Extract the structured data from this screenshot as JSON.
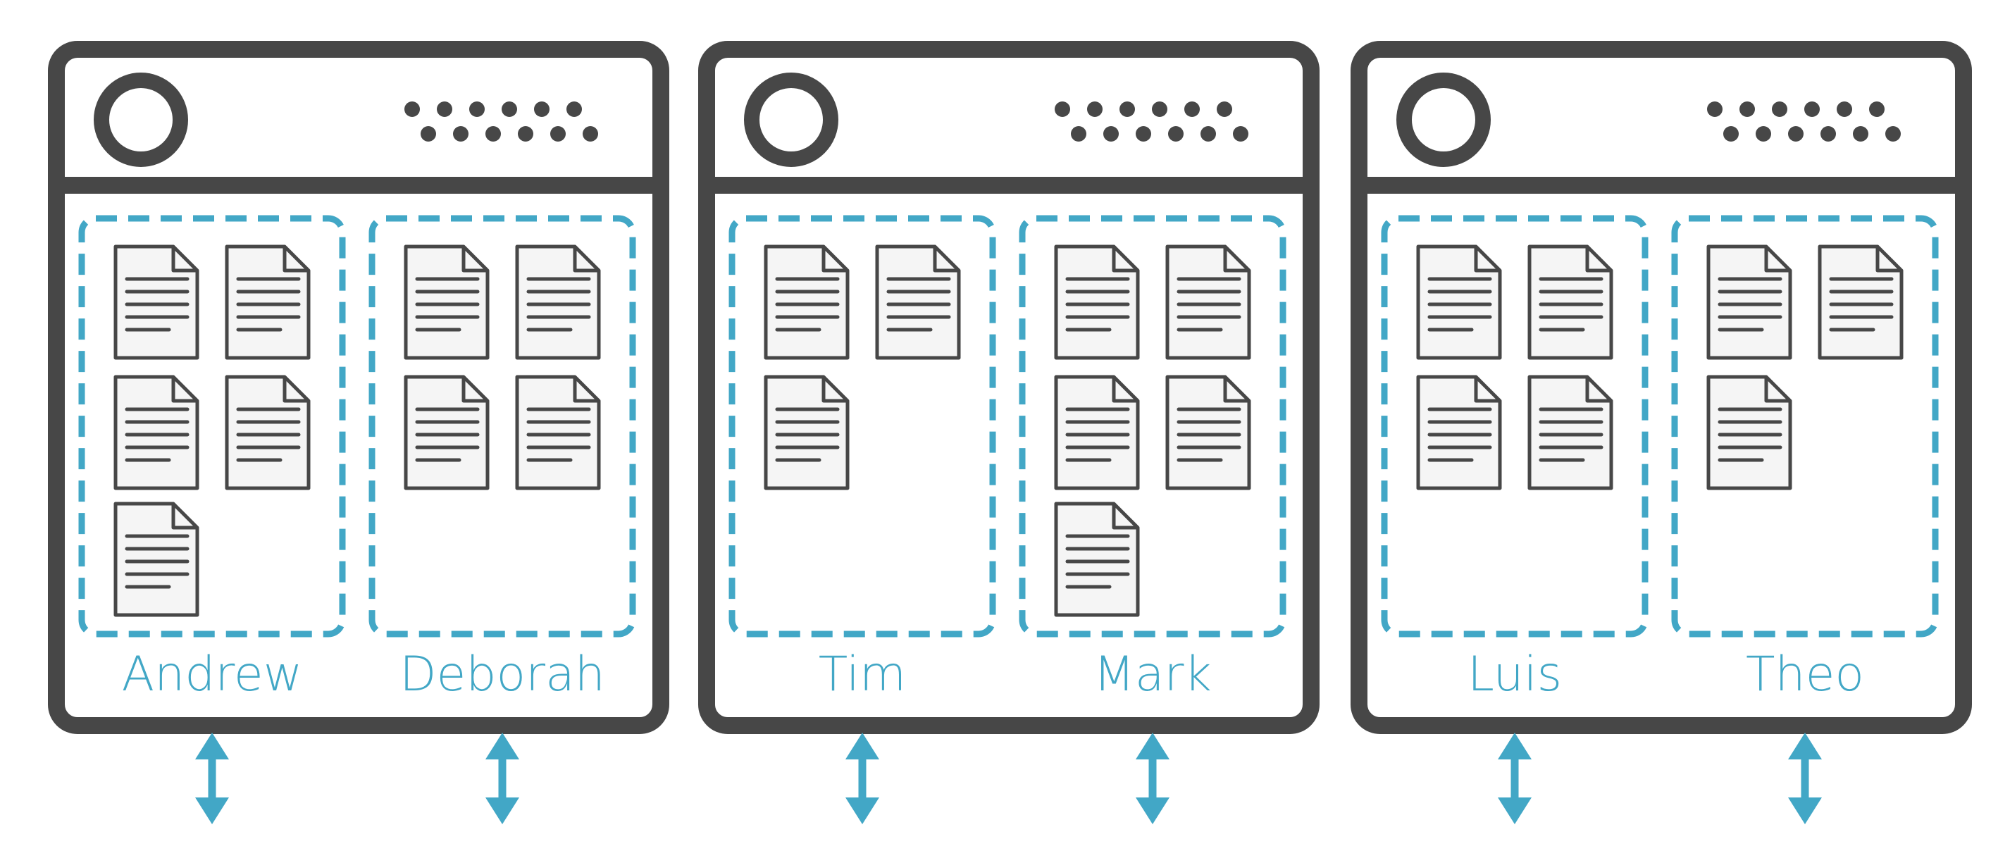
{
  "colors": {
    "frame": "#474747",
    "accent": "#42a7c6",
    "background": "#ffffff",
    "doc_fill": "#f5f5f5"
  },
  "servers": [
    {
      "name": "server-1",
      "icons": {
        "circle": "server-status-circle-icon",
        "dots": "server-vent-dots-icon"
      },
      "users": [
        {
          "name": "Andrew",
          "documents": 5
        },
        {
          "name": "Deborah",
          "documents": 4
        }
      ]
    },
    {
      "name": "server-2",
      "icons": {
        "circle": "server-status-circle-icon",
        "dots": "server-vent-dots-icon"
      },
      "users": [
        {
          "name": "Tim",
          "documents": 3
        },
        {
          "name": "Mark",
          "documents": 5
        }
      ]
    },
    {
      "name": "server-3",
      "icons": {
        "circle": "server-status-circle-icon",
        "dots": "server-vent-dots-icon"
      },
      "users": [
        {
          "name": "Luis",
          "documents": 4
        },
        {
          "name": "Theo",
          "documents": 3
        }
      ]
    }
  ],
  "connector_icon": "bidirectional-arrow-icon",
  "document_icon": "document-icon"
}
